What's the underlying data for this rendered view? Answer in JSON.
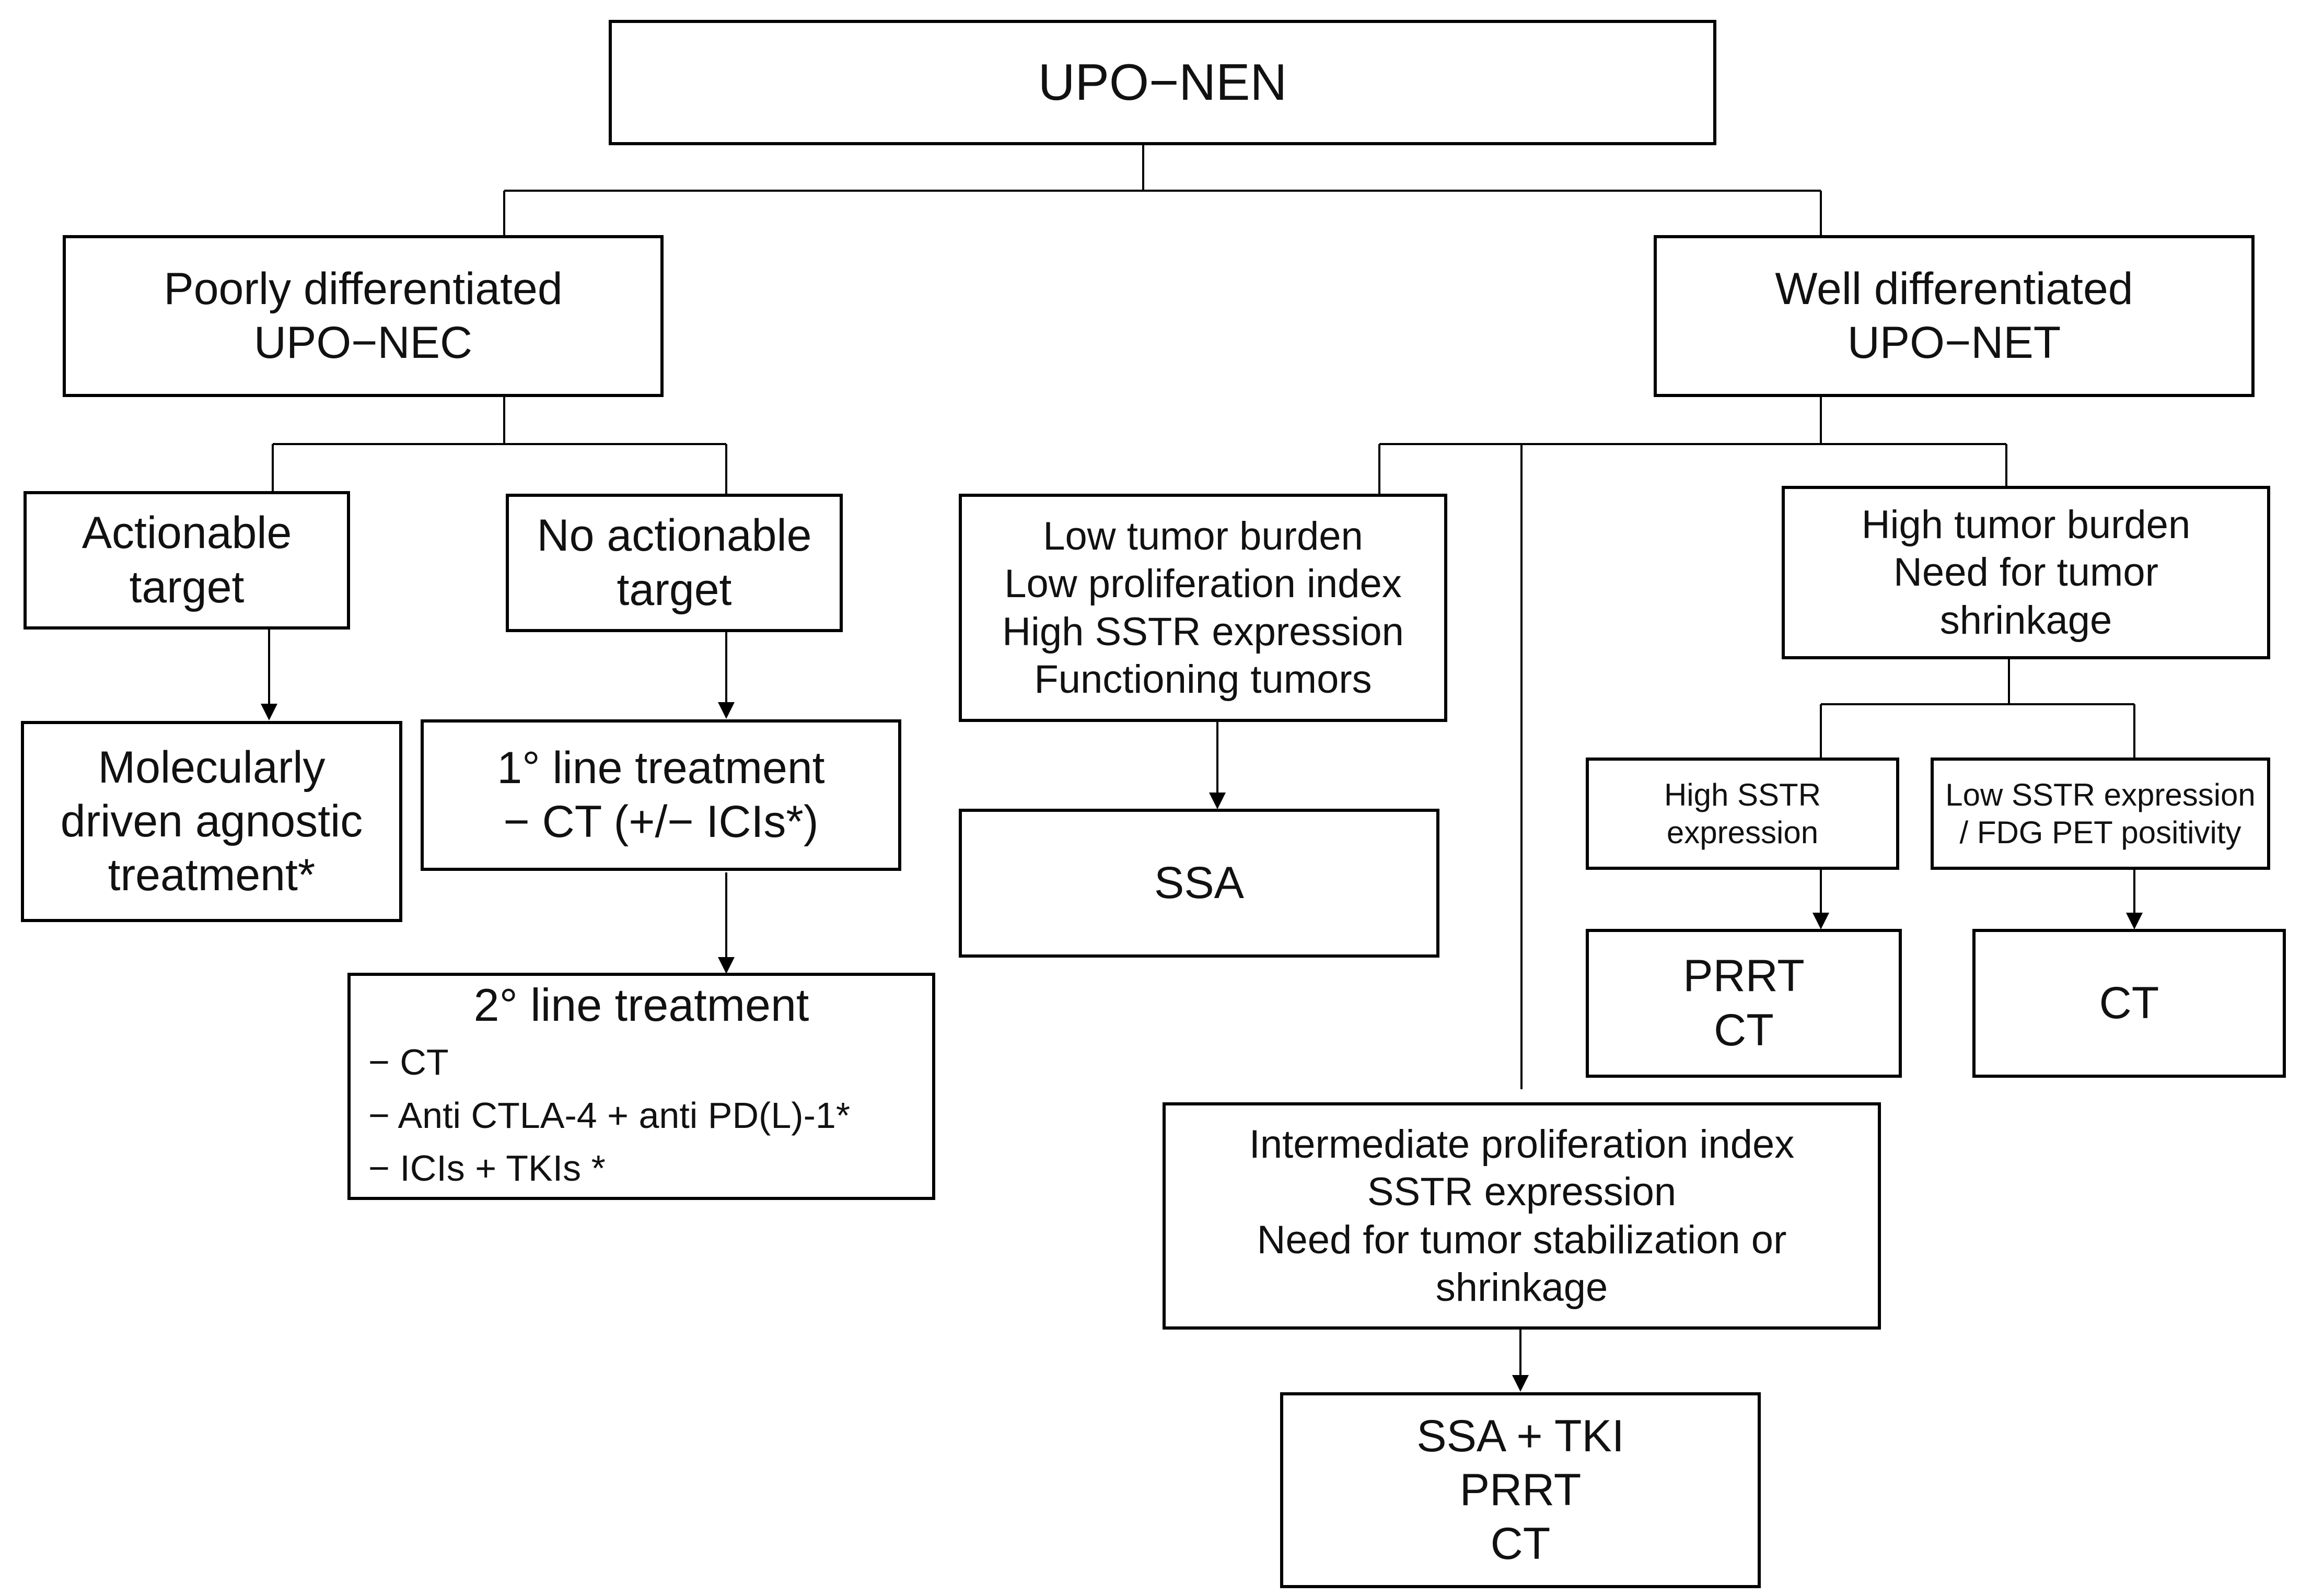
{
  "diagram": {
    "root": {
      "lines": [
        "UPO−NEN"
      ]
    },
    "poorly": {
      "lines": [
        "Poorly differentiated",
        "UPO−NEC"
      ]
    },
    "well": {
      "lines": [
        "Well differentiated",
        "UPO−NET"
      ]
    },
    "actionable": {
      "lines": [
        "Actionable",
        "target"
      ]
    },
    "no_actionable": {
      "lines": [
        "No actionable",
        "target"
      ]
    },
    "molecular": {
      "lines": [
        "Molecularly",
        "driven agnostic",
        "treatment*"
      ]
    },
    "first_line": {
      "lines": [
        "1° line treatment",
        "− CT (+/− ICIs*)"
      ]
    },
    "second_line": {
      "heading": "2° line treatment",
      "items": [
        "− CT",
        "− Anti CTLA-4 + anti PD(L)-1*",
        "− ICIs + TKIs *"
      ]
    },
    "low_burden": {
      "lines": [
        "Low tumor burden",
        "Low proliferation index",
        "High SSTR expression",
        "Functioning tumors"
      ]
    },
    "ssa": {
      "lines": [
        "SSA"
      ]
    },
    "high_burden": {
      "lines": [
        "High tumor burden",
        "Need for tumor",
        "shrinkage"
      ]
    },
    "high_sstr": {
      "lines": [
        "High SSTR",
        "expression"
      ]
    },
    "low_sstr": {
      "lines": [
        "Low SSTR expression",
        "/ FDG PET  positivity"
      ]
    },
    "prrt_ct": {
      "lines": [
        "PRRT",
        "CT"
      ]
    },
    "ct": {
      "lines": [
        "CT"
      ]
    },
    "intermediate": {
      "lines": [
        "Intermediate proliferation index",
        "SSTR expression",
        "Need for tumor stabilization or",
        "shrinkage"
      ]
    },
    "combo": {
      "lines": [
        "SSA + TKI",
        "PRRT",
        "CT"
      ]
    }
  }
}
